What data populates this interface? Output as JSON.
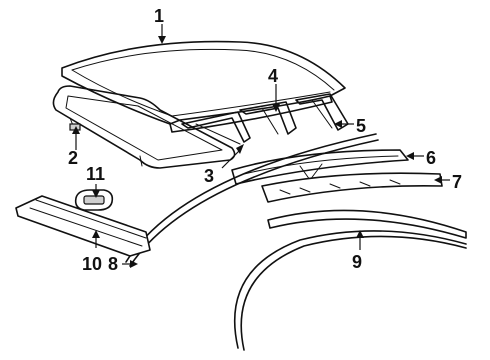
{
  "callouts": [
    {
      "id": "1",
      "label": "1"
    },
    {
      "id": "2",
      "label": "2"
    },
    {
      "id": "3",
      "label": "3"
    },
    {
      "id": "4",
      "label": "4"
    },
    {
      "id": "5",
      "label": "5"
    },
    {
      "id": "6",
      "label": "6"
    },
    {
      "id": "7",
      "label": "7"
    },
    {
      "id": "8",
      "label": "8"
    },
    {
      "id": "9",
      "label": "9"
    },
    {
      "id": "10",
      "label": "10"
    },
    {
      "id": "11",
      "label": "11"
    }
  ],
  "colors": {
    "ink": "#111111",
    "background": "#ffffff"
  }
}
